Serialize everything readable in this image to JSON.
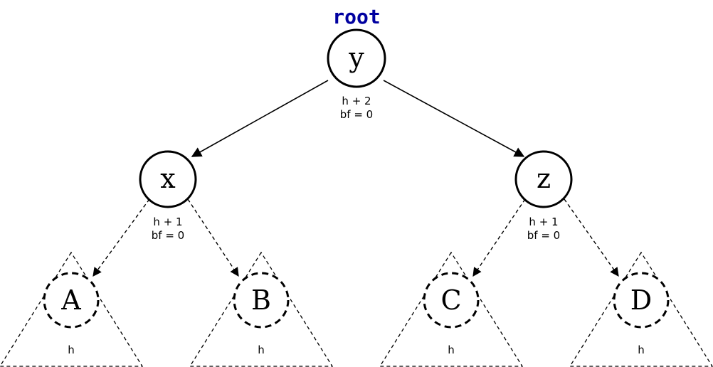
{
  "colors": {
    "root_label": "#0000a0",
    "stroke": "#000000"
  },
  "root_label": "root",
  "nodes": {
    "y": {
      "label": "y",
      "height": "h + 2",
      "bf": "bf = 0"
    },
    "x": {
      "label": "x",
      "height": "h + 1",
      "bf": "bf = 0"
    },
    "z": {
      "label": "z",
      "height": "h + 1",
      "bf": "bf = 0"
    }
  },
  "subtrees": {
    "A": {
      "label": "A",
      "height": "h"
    },
    "B": {
      "label": "B",
      "height": "h"
    },
    "C": {
      "label": "C",
      "height": "h"
    },
    "D": {
      "label": "D",
      "height": "h"
    }
  }
}
